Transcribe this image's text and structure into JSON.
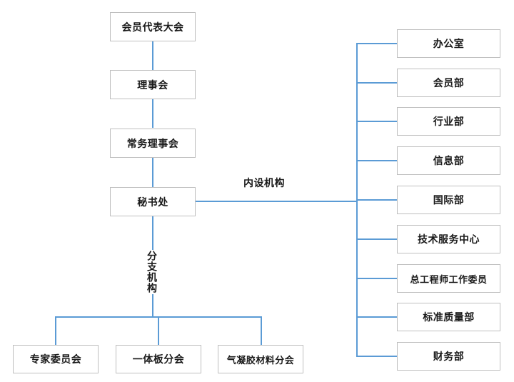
{
  "diagram": {
    "title": "",
    "line_color": "#5b9bd5",
    "box_border_color": "#bfbfbf",
    "text_color": "#1a1a1a",
    "background": "#ffffff"
  },
  "hierarchy": {
    "nodes": [
      {
        "id": "assembly",
        "label": "会员代表大会"
      },
      {
        "id": "council",
        "label": "理事会"
      },
      {
        "id": "standing_council",
        "label": "常务理事会"
      },
      {
        "id": "secretariat",
        "label": "秘书处"
      }
    ]
  },
  "labels": {
    "internal_units": "内设机构",
    "branch_units": "分支机构"
  },
  "internal_departments": [
    {
      "id": "office",
      "label": "办公室"
    },
    {
      "id": "membership",
      "label": "会员部"
    },
    {
      "id": "industry",
      "label": "行业部"
    },
    {
      "id": "information",
      "label": "信息部"
    },
    {
      "id": "international",
      "label": "国际部"
    },
    {
      "id": "tech_service_center",
      "label": "技术服务中心"
    },
    {
      "id": "chief_engineer_committee",
      "label": "总工程师工作委员"
    },
    {
      "id": "standards_quality",
      "label": "标准质量部"
    },
    {
      "id": "finance",
      "label": "财务部"
    }
  ],
  "branch_organizations": [
    {
      "id": "expert_committee",
      "label": "专家委员会"
    },
    {
      "id": "integrated_board_branch",
      "label": "一体板分会"
    },
    {
      "id": "aerogel_material_branch",
      "label": "气凝胶材料分会"
    }
  ]
}
